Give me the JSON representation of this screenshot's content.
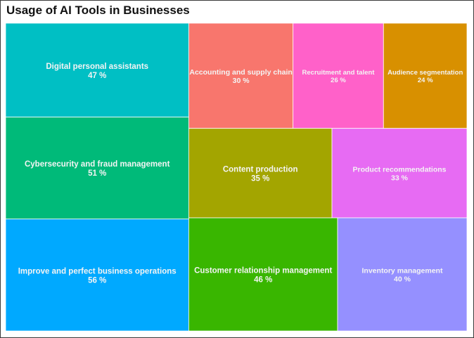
{
  "chart_data": {
    "type": "treemap",
    "title": "Usage of AI Tools in Businesses",
    "unit": " %",
    "items": [
      {
        "label": "Digital personal assistants",
        "value": 47,
        "color": "#00BFC4"
      },
      {
        "label": "Cybersecurity and fraud management",
        "value": 51,
        "color": "#00BA79"
      },
      {
        "label": "Improve and perfect business operations",
        "value": 56,
        "color": "#00A9FF"
      },
      {
        "label": "Accounting and supply chain",
        "value": 30,
        "color": "#F8766D"
      },
      {
        "label": "Recruitment and talent",
        "value": 26,
        "color": "#FF61C9"
      },
      {
        "label": "Audience segmentation",
        "value": 24,
        "color": "#D89000"
      },
      {
        "label": "Content production",
        "value": 35,
        "color": "#A3A500"
      },
      {
        "label": "Product recommendations",
        "value": 33,
        "color": "#E76BF3"
      },
      {
        "label": "Customer relationship management",
        "value": 46,
        "color": "#39B600"
      },
      {
        "label": "Inventory management",
        "value": 40,
        "color": "#9590FF"
      }
    ]
  }
}
